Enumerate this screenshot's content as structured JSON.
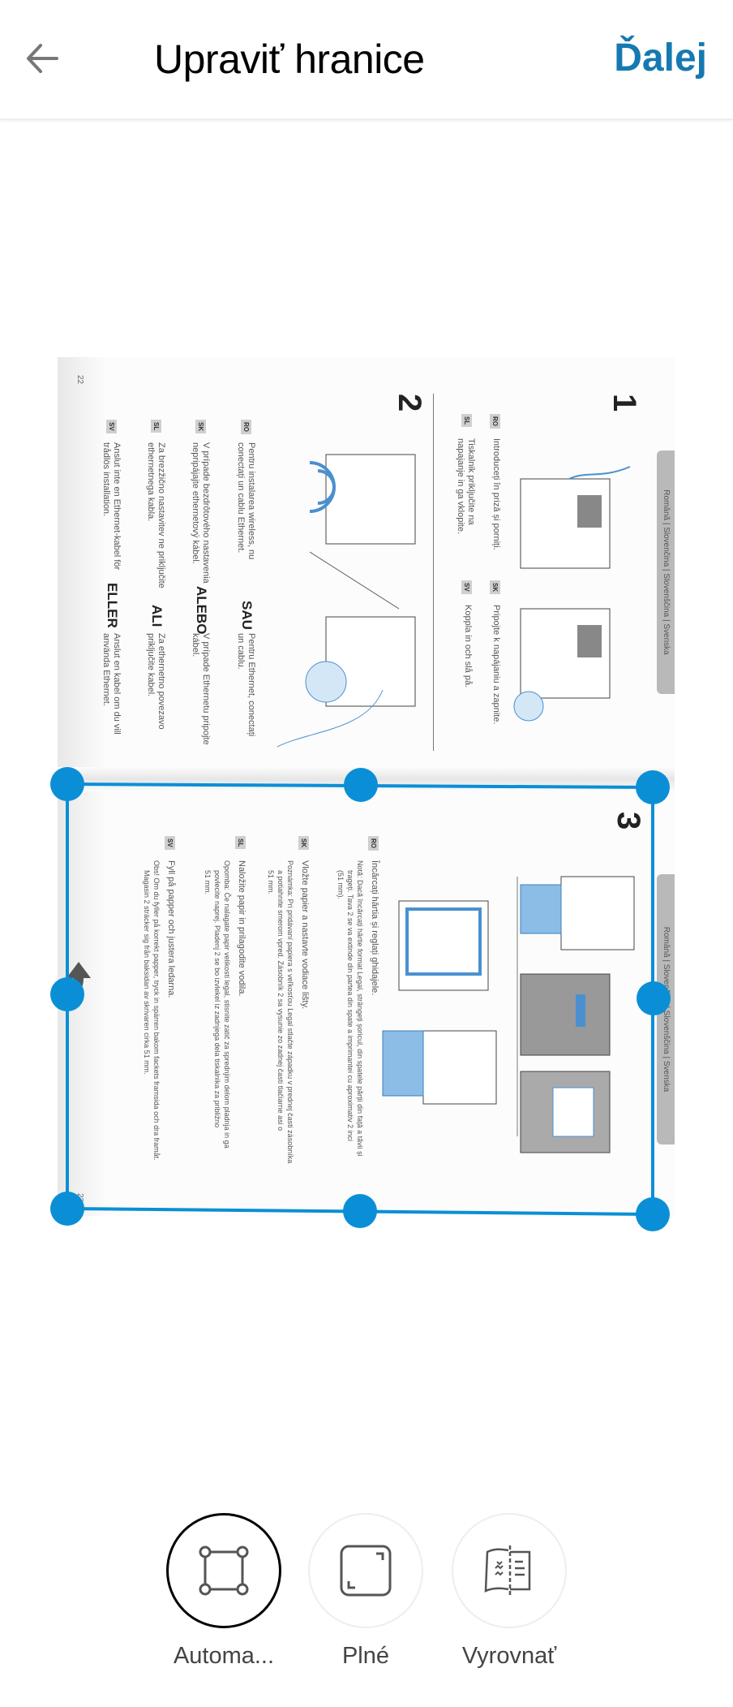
{
  "header": {
    "title": "Upraviť hranice",
    "next_label": "Ďalej"
  },
  "document": {
    "left_page": {
      "tab": "Română  |  Slovenčina  |  Slovenščina  |  Svenska",
      "step1": "1",
      "step1_rows": [
        {
          "lang": "RO",
          "text": "Introduceți în priză și porniți."
        },
        {
          "lang": "SK",
          "text": "Pripojte k napájaniu a zapnite."
        },
        {
          "lang": "SL",
          "text": "Tiskalnik priključite na",
          "text2": "napajanje in ga vklopite."
        },
        {
          "lang": "SV",
          "text": "Koppla in och slå på."
        }
      ],
      "step2": "2",
      "step2_rows": [
        {
          "lang": "RO",
          "text": "Pentru instalarea wireless, nu",
          "text2": "conectați un cablu Ethernet.",
          "or": "SAU",
          "alt": "Pentru Ethernet, conectați",
          "alt2": "un cablu."
        },
        {
          "lang": "SK",
          "text": "V prípade bezdrôtového nastavenia",
          "text2": "nepripájajte ethernetový kábel.",
          "or": "ALEBO",
          "alt": "V prípade Ethernetu pripojte",
          "alt2": "kábel."
        },
        {
          "lang": "SL",
          "text": "Za brezžično nastavitev ne priključite",
          "text2": "ethernetnega kabla.",
          "or": "ALI",
          "alt": "Za ethernetno povezavo",
          "alt2": "priključite kabel."
        },
        {
          "lang": "SV",
          "text": "Anslut inte en Ethernet-kabel för",
          "text2": "trådlös installation.",
          "or": "ELLER",
          "alt": "Anslut en kabel om du vill",
          "alt2": "använda Ethernet."
        }
      ],
      "page_number": "22"
    },
    "right_page": {
      "tab": "Română  |  Slovenčina  |  Slovenščina  |  Svenska",
      "step3": "3",
      "rows": [
        {
          "lang": "RO",
          "text": "Încărcați hârtia și reglați ghidajele.",
          "notes": [
            "Notă: Dacă încărcați hârtie format Legal, strângeți șoricul, din spatele părții din față a tăvii și",
            "trageți. Tava 2 se va extinde din partea din spate a imprimantei cu aproximativ 2 inci",
            "(51 mm)."
          ]
        },
        {
          "lang": "SK",
          "text": "Vložte papier a nastavte vodiace lišty.",
          "notes": [
            "Poznámka: Pri pridávaní papiera s veľkosťou Legal stlačte západku v prednej časti zásobníka",
            "a potiahnite smerom vpred. Zásobník 2 sa vysunie zo zadnej časti tlačiarne asi o",
            "51 mm."
          ]
        },
        {
          "lang": "SL",
          "text": "Naložite papir in prilagodite vodila.",
          "notes": [
            "Opomba: Če nalagate papir velikosti legal, stisnite zatič za sprednjim delom pladnja in ga",
            "povlecite naprej. Pladenj 2 se bo izvlekel iz zadnjega dela tiskalnika za približno",
            "51 mm."
          ]
        },
        {
          "lang": "SV",
          "text": "Fyll på papper och justera ledarna.",
          "notes": [
            "Obs! Om du fyller på korrekt papper, tryck in spärren bakom fackets framsida och dra framåt.",
            "Magasin 2 sträcker sig från baksidan av skrivaren cirka 51 mm."
          ]
        }
      ],
      "page_number": "23"
    }
  },
  "crop": {
    "accent_color": "#0a8fd6"
  },
  "toolbar": {
    "items": [
      {
        "label": "Automa...",
        "icon": "auto-crop-icon",
        "active": true
      },
      {
        "label": "Plné",
        "icon": "full-frame-icon",
        "active": false
      },
      {
        "label": "Vyrovnať",
        "icon": "flatten-page-icon",
        "active": false
      }
    ]
  }
}
